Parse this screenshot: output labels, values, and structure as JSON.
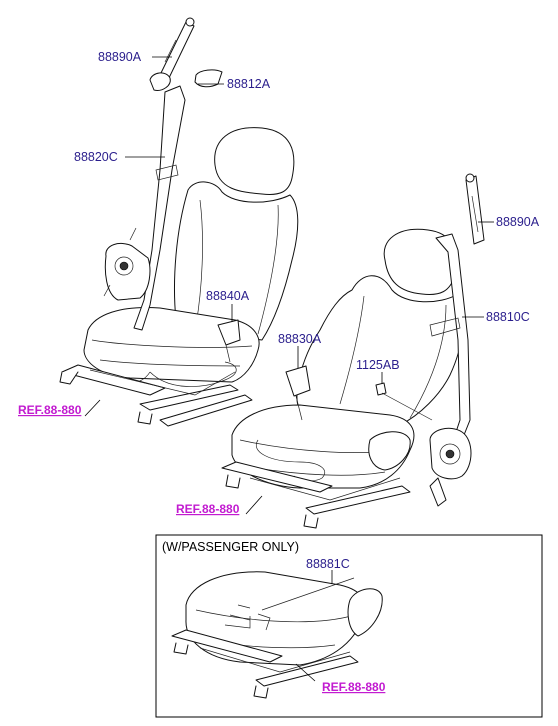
{
  "labels": {
    "p88890A_top": "88890A",
    "p88812A": "88812A",
    "p88820C": "88820C",
    "p88840A": "88840A",
    "p88830A": "88830A",
    "p1125AB": "1125AB",
    "p88890A_right": "88890A",
    "p88810C": "88810C",
    "p88881C": "88881C"
  },
  "refs": {
    "left": "REF.88-880",
    "middle": "REF.88-880",
    "inset": "REF.88-880"
  },
  "inset": {
    "title": "(W/PASSENGER ONLY)"
  },
  "colors": {
    "part_label": "#2a1e8c",
    "ref_label": "#c21bd0",
    "line": "#111111"
  }
}
